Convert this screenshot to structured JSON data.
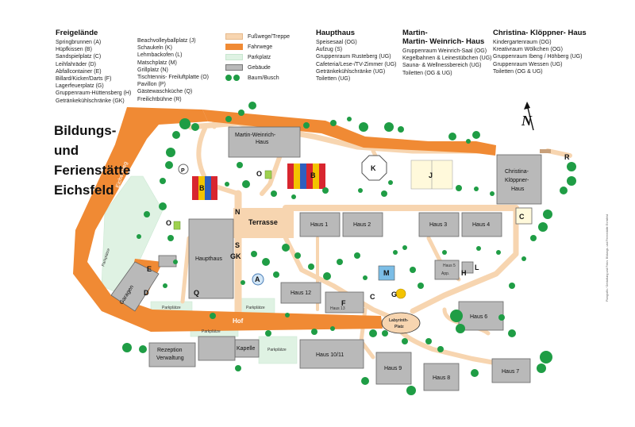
{
  "title": {
    "line1": "Bildungs-",
    "line2": "und",
    "line3": "Ferienstätte",
    "line4": "Eichsfeld"
  },
  "legend": {
    "freigelaende": {
      "heading": "Freigelände",
      "col1": [
        "Springbrunnen (A)",
        "Hüpfkissen (B)",
        "Sandspielplatz (C)",
        "Leihfahräder (D)",
        "Abfallcontainer (E)",
        "Billard/Kicker/Darts (F)",
        "Lagerfeuerplatz (G)",
        "Gruppenraum-Hüttensberg (H)",
        "Getränkekühlschränke (GK)"
      ],
      "col2": [
        "Beachvolleyballplatz (J)",
        "Schaukeln (K)",
        "Lehmbackofen (L)",
        "Matschplatz (M)",
        "Grillplatz (N)",
        "Tischtennis- Freiluftplatte (O)",
        "Pavillon (P)",
        "Gästewaschküche (Q)",
        "Freilichtbühne (R)"
      ]
    },
    "key": {
      "path": "Fußwege/Treppe",
      "road": "Fahrwege",
      "parking": "Parkplatz",
      "building": "Gebäude",
      "tree": "Baum/Busch"
    },
    "haupthaus": {
      "heading": "Haupthaus",
      "items": [
        "Speisesaal (OG)",
        "Aufzug (S)",
        "Gruppenraum Rusteberg (UG)",
        "Cafeteria/Lese-/TV-Zimmer (UG)",
        "Getränkekühlschränke (UG)",
        "Toiletten (UG)"
      ]
    },
    "mwh": {
      "heading1": "Martin-",
      "heading2": "Martin- Weinrich- Haus",
      "items": [
        "Gruppenraum Weinrich-Saal (OG)",
        "Kegelbahnen & Leinestübchen (UG)",
        "Sauna- & Wellnessbereich (UG)",
        "Toiletten (OG & UG)"
      ]
    },
    "ckh": {
      "heading": "Christina- Klöppner- Haus",
      "items": [
        "Kindergartenraum (OG)",
        "Kreativraum Wölkchen (OG)",
        "Gruppenraum Ibeng / Höhberg (UG)",
        "Gruppenraum Wessen (UG)",
        "Toiletten (OG & UG)"
      ]
    }
  },
  "map": {
    "north": "N",
    "road_label": "Eichenweg",
    "side_label": "Parkplätze",
    "hof": "Hof",
    "terrasse": "Terrasse",
    "labyrinth_line1": "Labyrinth-",
    "labyrinth_line2": "Platz",
    "buildings": {
      "mwh_line1": "Martin-Weinrich-",
      "mwh_line2": "Haus",
      "ckh_line1": "Christina-",
      "ckh_line2": "Klöppner-",
      "ckh_line3": "Haus",
      "haupthaus": "Haupthaus",
      "haus1": "Haus 1",
      "haus2": "Haus 2",
      "haus3": "Haus 3",
      "haus4": "Haus 4",
      "haus6": "Haus 6",
      "haus7": "Haus 7",
      "haus8": "Haus 8",
      "haus9": "Haus 9",
      "haus1011": "Haus 10/11",
      "haus12": "Haus 12",
      "haus13": "Haus 13",
      "garagen": "Garagen",
      "rezeption_line1": "Rezeption",
      "rezeption_line2": "Verwaltung",
      "kapelle": "Kapelle",
      "haus5": "Haus 5",
      "app": "App."
    },
    "parking": {
      "p1": "Parkplätze",
      "p2": "Parkplätze",
      "p3": "Parkplätze",
      "p4": "Parkplätze"
    },
    "letters": {
      "A": "A",
      "B1": "B",
      "B2": "B",
      "C1": "C",
      "C2": "C",
      "D": "D",
      "E": "E",
      "F": "F",
      "G": "G",
      "GK": "GK",
      "H": "H",
      "J": "J",
      "K": "K",
      "L": "L",
      "M": "M",
      "N": "N",
      "O1": "O",
      "O2": "O",
      "P": "P",
      "Q": "Q",
      "R": "R",
      "S": "S"
    }
  },
  "colors": {
    "road": "#f08a34",
    "path": "#f7d5b0",
    "parking": "#dff2e3",
    "building": "#b9b9b9",
    "tree": "#1f9d45",
    "water": "#7bbde6"
  },
  "credit": "Plangrafik / Gestaltung und Fotos: Bildungs- und Ferienstätte Eichsfeld"
}
